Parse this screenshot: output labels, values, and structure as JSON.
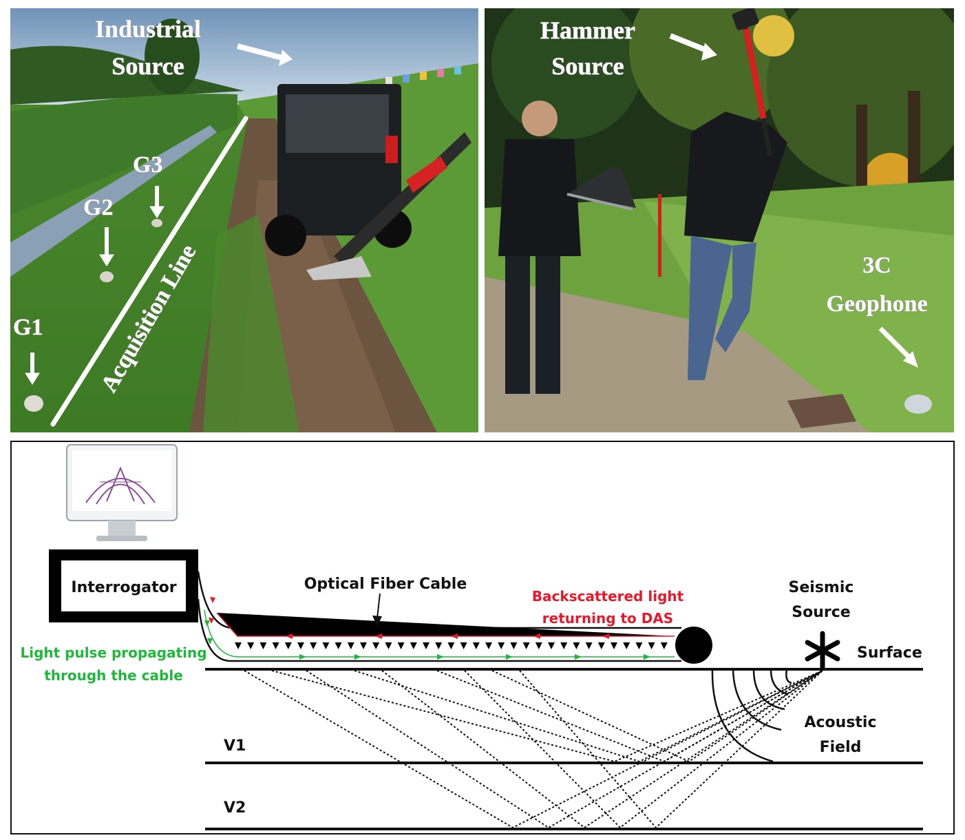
{
  "photos": {
    "left": {
      "label_industrial_1": "Industrial",
      "label_industrial_2": "Source",
      "label_acquisition": "Acquisition Line",
      "label_g1": "G1",
      "label_g2": "G2",
      "label_g3": "G3"
    },
    "right": {
      "label_hammer_1": "Hammer",
      "label_hammer_2": "Source",
      "label_geophone_1": "3C",
      "label_geophone_2": "Geophone"
    }
  },
  "diagram": {
    "interrogator": "Interrogator",
    "optical_fiber_cable": "Optical Fiber Cable",
    "backscattered_1": "Backscattered light",
    "backscattered_2": "returning to DAS",
    "light_pulse_1": "Light pulse propagating",
    "light_pulse_2": "through the cable",
    "seismic_source_1": "Seismic",
    "seismic_source_2": "Source",
    "surface": "Surface",
    "acoustic_field_1": "Acoustic",
    "acoustic_field_2": "Field",
    "layer_v1": "V1",
    "layer_v2": "V2",
    "colors": {
      "backscatter": "#e8182a",
      "pulse": "#1fb83a",
      "ink": "#111111"
    }
  }
}
